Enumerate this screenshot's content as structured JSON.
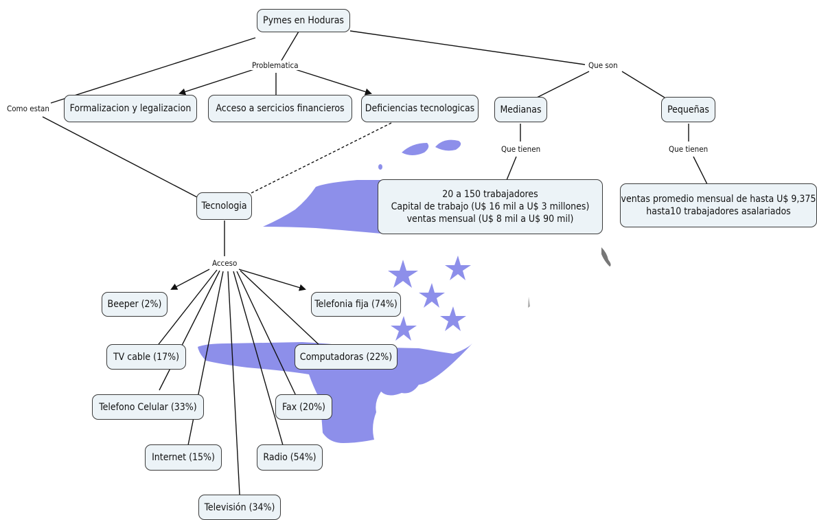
{
  "nodes": {
    "root": "Pymes en Hoduras",
    "formalizacion": "Formalizacion y legalizacion",
    "acceso_financieros": "Acceso a sercicios financieros",
    "deficiencias": "Deficiencias tecnologicas",
    "medianas": "Medianas",
    "pequenas": "Pequeñas",
    "tecnologia": "Tecnologia",
    "medianas_detail": [
      "20 a 150 trabajadores",
      "Capital de trabajo (U$ 16 mil a U$ 3 millones)",
      "ventas mensual (U$ 8 mil a U$ 90 mil)"
    ],
    "pequenas_detail": [
      "ventas promedio mensual de hasta U$ 9,375",
      "hasta10 trabajadores asalariados"
    ],
    "beeper": "Beeper (2%)",
    "telefonia_fija": "Telefonia fija (74%)",
    "tv_cable": "TV cable (17%)",
    "computadoras": "Computadoras (22%)",
    "telefono_celular": "Telefono Celular (33%)",
    "fax": "Fax (20%)",
    "internet": "Internet (15%)",
    "radio": "Radio (54%)",
    "television": "Televisión (34%)"
  },
  "links": {
    "problematica": "Problematica",
    "que_son": "Que son",
    "como_estan": "Como estan",
    "que_tienen_medianas": "Que tienen",
    "que_tienen_pequenas": "Que tienen",
    "acceso": "Acceso"
  },
  "colors": {
    "node_fill": "#ecf3f7",
    "node_border": "#3a3a3a",
    "flag_blue": "#8d8fea",
    "line": "#111111"
  }
}
